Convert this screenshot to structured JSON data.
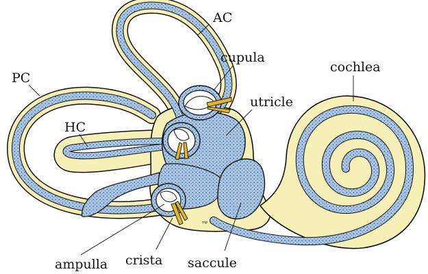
{
  "diagram": {
    "labels": {
      "ac": "AC",
      "pc": "PC",
      "hc": "HC",
      "cupula": "cupula",
      "utricle": "utricle",
      "cochlea": "cochlea",
      "ampulla": "ampulla",
      "crista": "crista",
      "saccule": "saccule"
    },
    "artist_mark": "mp"
  },
  "colors": {
    "bone_fill": "#f7f1b8",
    "membrane_fill": "#a9c6e6",
    "outline": "#111111",
    "hair_cells": "#e3b81e",
    "interior": "#ffffff"
  }
}
